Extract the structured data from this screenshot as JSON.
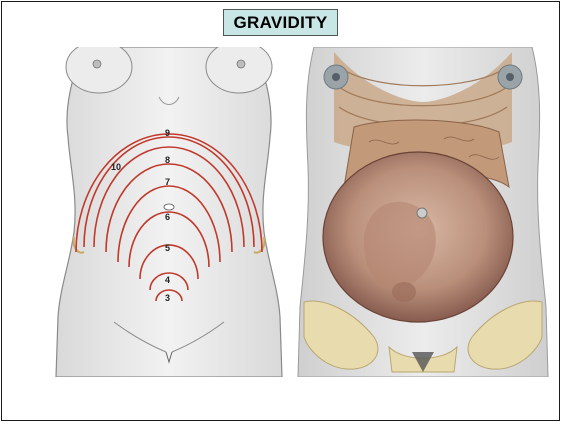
{
  "title": "GRAVIDITY",
  "fundal_height_labels": [
    "3",
    "4",
    "5",
    "6",
    "7",
    "8",
    "9",
    "10"
  ],
  "colors": {
    "title_background": "#c9e6e6",
    "fundal_line": "#c0392b",
    "skin_outline": "#8a8a8a",
    "uterus": "#b8927e",
    "ribs": "#c7a98a",
    "pelvis_bone": "#e8dcae"
  }
}
